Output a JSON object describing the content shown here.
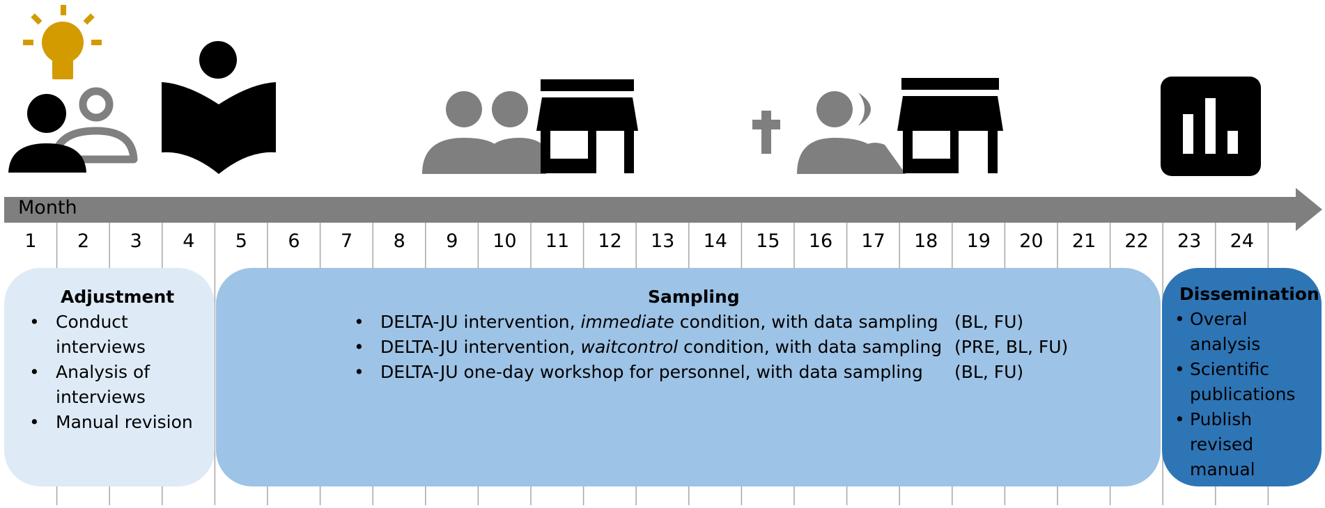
{
  "timeline": {
    "axis_label": "Month",
    "months": [
      "1",
      "2",
      "3",
      "4",
      "5",
      "6",
      "7",
      "8",
      "9",
      "10",
      "11",
      "12",
      "13",
      "14",
      "15",
      "16",
      "17",
      "18",
      "19",
      "20",
      "21",
      "22",
      "23",
      "24"
    ]
  },
  "icons": [
    {
      "name": "idea-people-icon",
      "color": "#d49b00"
    },
    {
      "name": "reading-person-icon",
      "color": "#000000"
    },
    {
      "name": "group-store-icon",
      "color": "#7f7f7f"
    },
    {
      "name": "add-group-store-icon",
      "color": "#7f7f7f"
    },
    {
      "name": "bar-chart-icon",
      "color": "#000000"
    }
  ],
  "colors": {
    "axis": "#7f7f7f",
    "adjustment": "#deebf7",
    "sampling": "#9dc3e6",
    "dissemination": "#2e75b6",
    "idea": "#d49b00"
  },
  "phases": {
    "adjustment": {
      "title": "Adjustment",
      "items": [
        {
          "lines": [
            "Conduct",
            "interviews"
          ]
        },
        {
          "lines": [
            "Analysis of",
            "interviews"
          ]
        },
        {
          "lines": [
            "Manual revision"
          ]
        }
      ]
    },
    "sampling": {
      "title": "Sampling",
      "items": [
        {
          "pre": "DELTA-JU intervention, ",
          "em": "immediate",
          "post": " condition, with data sampling",
          "tag": "(BL, FU)"
        },
        {
          "pre": "DELTA-JU intervention, ",
          "em": "waitcontrol",
          "post": " condition, with data sampling",
          "tag": "(PRE, BL, FU)"
        },
        {
          "pre": "DELTA-JU one-day workshop for personnel, with data sampling",
          "em": "",
          "post": "",
          "tag": "(BL, FU)"
        }
      ]
    },
    "dissemination": {
      "title": "Dissemination",
      "items": [
        {
          "lines": [
            "Overal",
            "analysis"
          ]
        },
        {
          "lines": [
            "Scientific",
            "publications"
          ]
        },
        {
          "lines": [
            "Publish",
            "revised",
            "manual"
          ]
        }
      ]
    },
    "bullet": "•"
  }
}
